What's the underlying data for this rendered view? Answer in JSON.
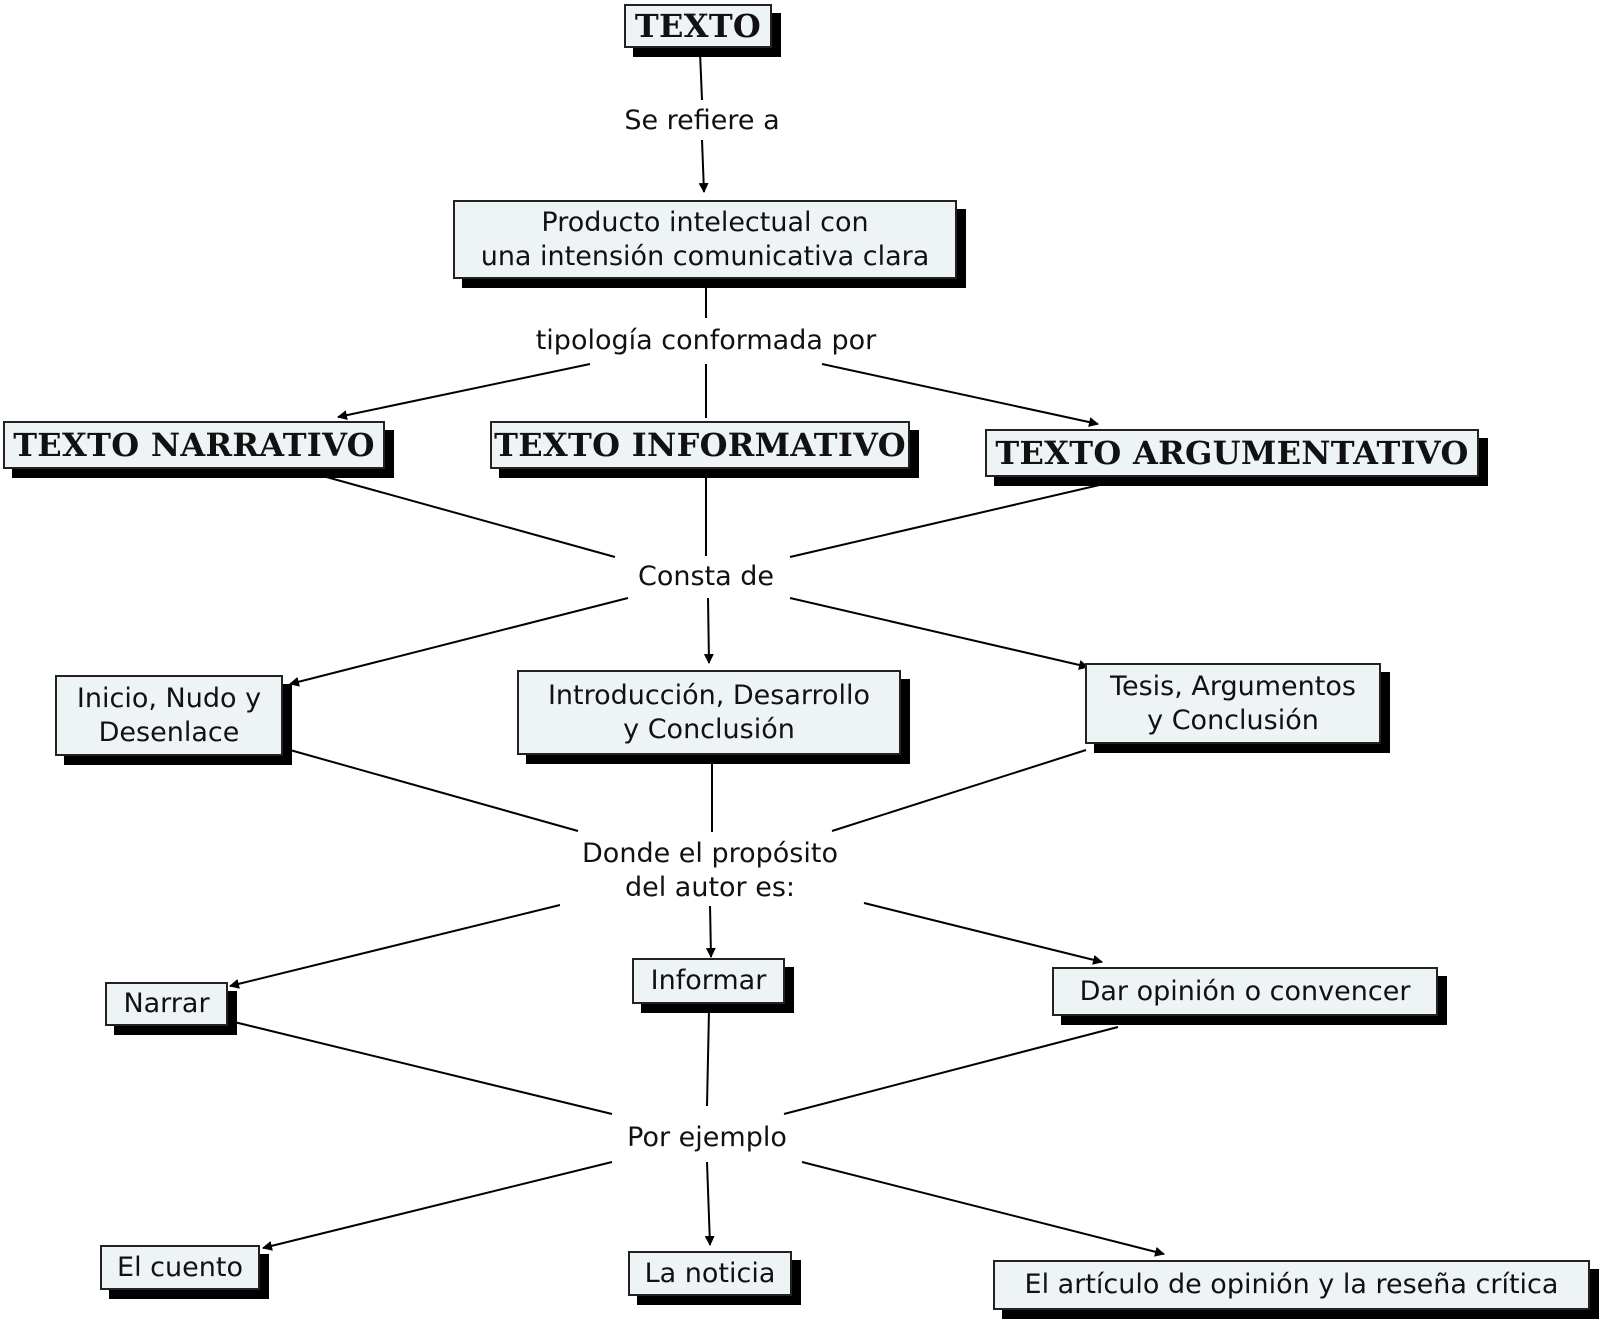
{
  "nodes": {
    "texto": "TEXTO",
    "producto": "Producto intelectual con\nuna intensión comunicativa clara",
    "narrativo": "TEXTO NARRATIVO",
    "informativo": "TEXTO INFORMATIVO",
    "argumentativo": "TEXTO ARGUMENTATIVO",
    "inicio": "Inicio, Nudo y\nDesenlace",
    "introduccion": "Introducción, Desarrollo\ny Conclusión",
    "tesis": "Tesis, Argumentos\ny Conclusión",
    "narrar": "Narrar",
    "informar": "Informar",
    "dar_opinion": "Dar opinión o convencer",
    "cuento": "El cuento",
    "noticia": "La noticia",
    "articulo": "El artículo de opinión y la reseña crítica"
  },
  "links": {
    "se_refiere": "Se refiere a",
    "tipologia": "tipología conformada por",
    "consta": "Consta de",
    "proposito": "Donde el propósito\ndel autor es:",
    "ejemplo": "Por ejemplo"
  },
  "colors": {
    "node_fill": "#eef4f6",
    "shadow": "#000000",
    "line": "#000000"
  }
}
